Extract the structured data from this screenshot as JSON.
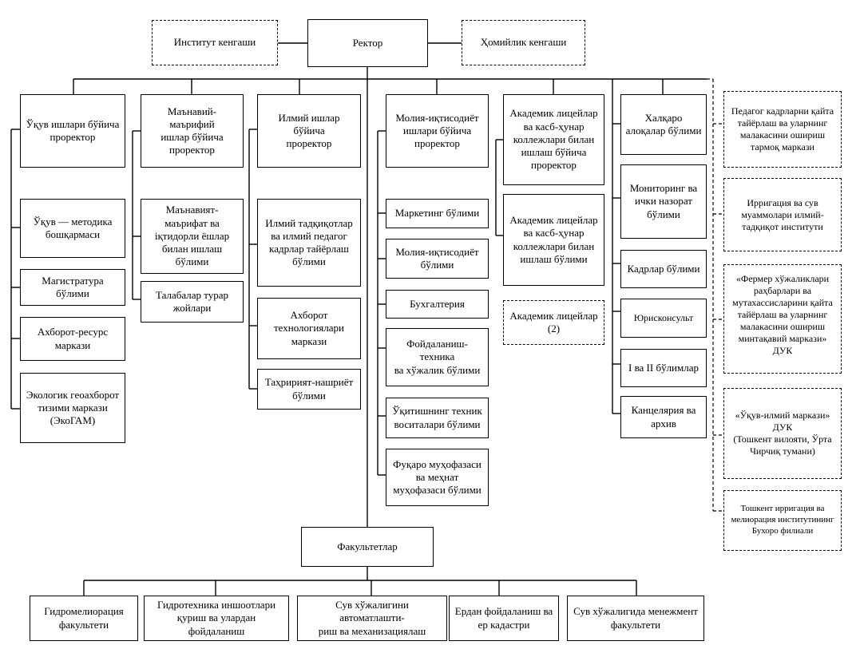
{
  "top": {
    "rector": "Ректор",
    "council": "Институт кенгаши",
    "sponsor_council": "Ҳомийлик кенгаши"
  },
  "prorectors": {
    "academic": "Ўқув ишлари бўйича\nпроректор",
    "spiritual": "Маънавий-маърифий\nишлар бўйича\nпроректор",
    "science": "Илмий ишлар бўйича\nпроректор",
    "finance": "Молия-иқтисодиёт\nишлари бўйича\nпроректор",
    "lyceum": "Академик лицейлар\nва касб-ҳунар\nколлежлари билан\nишлаш бўйича\nпроректор",
    "international": "Халқаро\nалоқалар бўлими"
  },
  "col_academic": [
    "Ўқув — методика\nбошқармаси",
    "Магистратура бўлими",
    "Ахборот-ресурс\nмаркази",
    "Экологик геоахборот\nтизими маркази\n(ЭкоГАМ)"
  ],
  "col_spiritual": [
    "Маънавият-\nмаърифат ва\niқтидорли ёшлар\nбилан ишлаш бўлими",
    "Талабалар турар\nжойлари"
  ],
  "col_science": [
    "Илмий тадқиқотлар\nва илмий педагог\nкадрлар тайёрлаш\nбўлими",
    "Ахборот\nтехнологиялари\nмаркази",
    "Таҳририят-нашриёт\nбўлими"
  ],
  "col_finance": [
    "Маркетинг бўлими",
    "Молия-иқтисодиёт\nбўлими",
    "Бухгалтерия",
    "Фойдаланиш-техника\nва хўжалик бўлими",
    "Ўқитишнинг техник\nвоситалари бўлими",
    "Фуқаро муҳофазаси\nва меҳнат\nмуҳофазаси бўлими"
  ],
  "col_lyceum": [
    "Академик лицейлар\nва касб-ҳунар\nколлежлари билан\nишлаш бўлими",
    "Академик лицейлар\n(2)"
  ],
  "col_international": [
    "Мониторинг ва\nички назорат\nбўлими",
    "Кадрлар бўлими",
    "Юрисконсульт",
    "I ва II бўлимлар",
    "Канцелярия ва\nархив"
  ],
  "affiliates": [
    "Педагог кадрларни қайта\nтайёрлаш ва уларнинг\nмалакасини ошириш\nтармоқ маркази",
    "Ирригация ва сув\nмуаммолари илмий-\nтадқиқот институти",
    "«Фермер хўжаликлари\nраҳбарлари ва\nмутахассисларини қайта\nтайёрлаш ва уларнинг\nмалакасини ошириш\nминтақавий маркази»\nДУК",
    "«Ўқув-илмий маркази»\nДУК\n(Тошкент вилояти, Ўрта\nЧирчиқ тумани)",
    "Тошкент ирригация ва\nмелиорация институтининг\nБухоро филиали"
  ],
  "faculties_label": "Факультетлар",
  "faculties": [
    "Гидромелиорация\nфакультети",
    "Гидротехника иншоотлари\nқуриш ва улардан фойдаланиш",
    "Сув хўжалигини автоматлашти-\nриш ва механизациялаш",
    "Ердан фойдаланиш ва\nер кадастри",
    "Сув хўжалигида менежмент\nфакультети"
  ]
}
